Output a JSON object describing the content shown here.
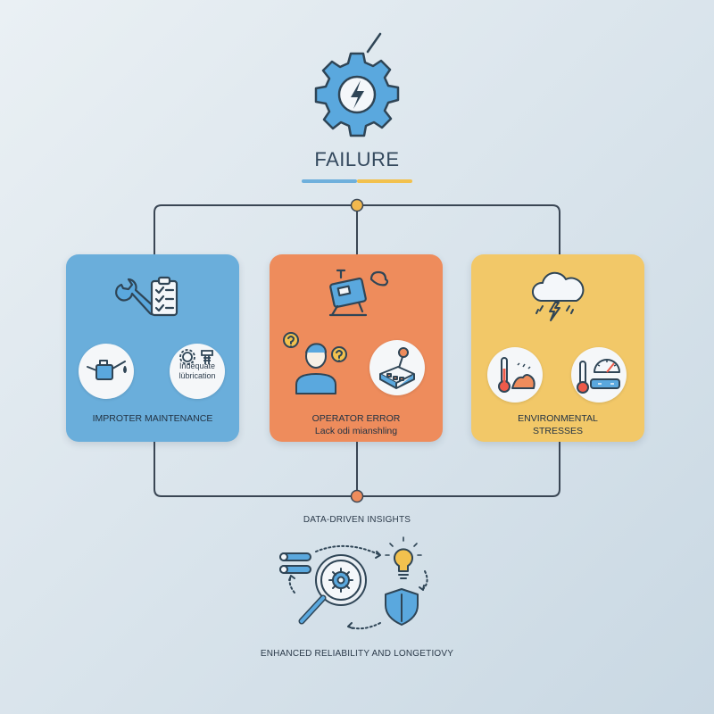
{
  "title": "FAILURE",
  "cards": {
    "maintenance": {
      "label": "IMPROTER MAINTENANCE",
      "badge": "Indéquate lübrication"
    },
    "operator": {
      "label": "OPERATOR ERROR",
      "sublabel": "Lack odi mianshling"
    },
    "environment": {
      "label_line1": "ENVIRONMENTAL",
      "label_line2": "STRESSES"
    }
  },
  "insights": {
    "label": "DATA-DRIVEN INSIGHTS"
  },
  "outcome": {
    "label": "ENHANCED RELIABILITY AND LONGETIOVY"
  },
  "colors": {
    "blue": "#6aaedb",
    "orange": "#ee8c5c",
    "yellow": "#f2c868",
    "icon_blue": "#4a9fd8",
    "line": "#3a4654"
  }
}
